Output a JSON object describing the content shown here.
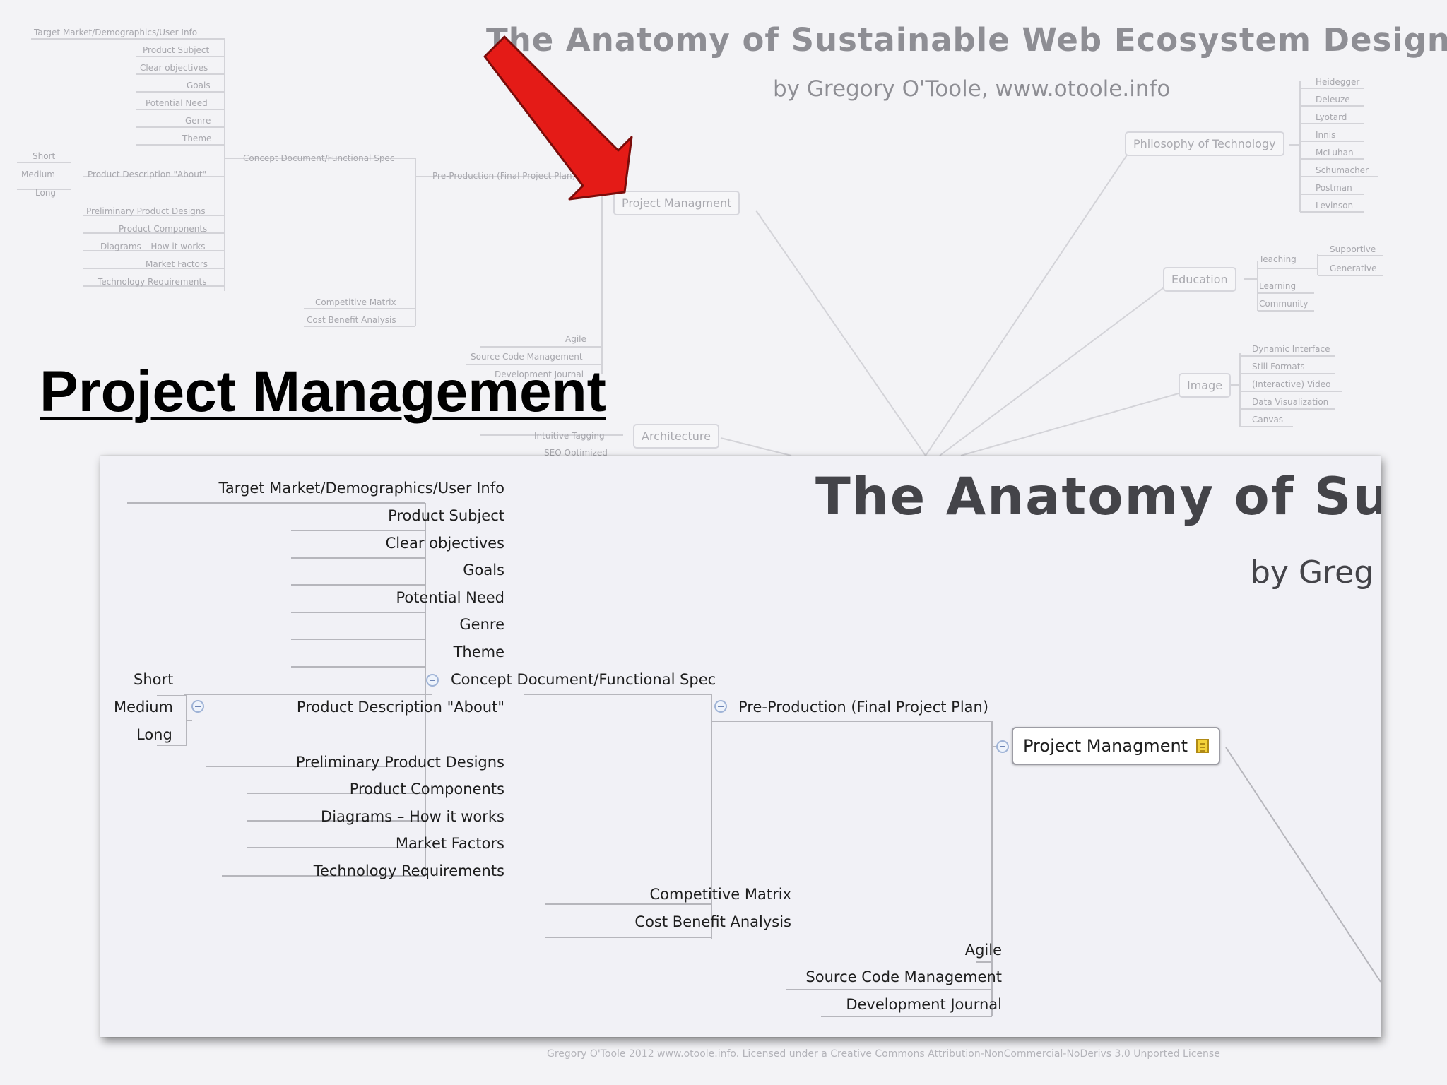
{
  "background_map": {
    "title": "The Anatomy of Sustainable Web Ecosystem Design",
    "subtitle": "by Gregory O'Toole, www.otoole.info",
    "left_labels": [
      "Target Market/Demographics/User Info",
      "Product Subject",
      "Clear objectives",
      "Goals",
      "Potential Need",
      "Genre",
      "Theme",
      "Short",
      "Medium",
      "Long",
      "Product Description \"About\"",
      "Preliminary Product Designs",
      "Product Components",
      "Diagrams – How it works",
      "Market Factors",
      "Technology Requirements",
      "Concept Document/Functional Spec",
      "Pre-Production (Final Project Plan)",
      "Competitive Matrix",
      "Cost Benefit Analysis",
      "Agile",
      "Source Code Management",
      "Development Journal",
      "Intuitive Tagging",
      "SEO Optimized"
    ],
    "boxes": {
      "project": "Project Managment",
      "philosophy": "Philosophy of Technology",
      "education": "Education",
      "image": "Image",
      "architecture": "Architecture"
    },
    "philosophy_items": [
      "Heidegger",
      "Deleuze",
      "Lyotard",
      "Innis",
      "McLuhan",
      "Schumacher",
      "Postman",
      "Levinson"
    ],
    "education_items": [
      "Teaching",
      "Learning",
      "Community"
    ],
    "teaching_items": [
      "Supportive",
      "Generative"
    ],
    "image_items": [
      "Dynamic Interface",
      "Still Formats",
      "(Interactive) Video",
      "Data Visualization",
      "Canvas"
    ]
  },
  "slide": {
    "heading": "Project Management"
  },
  "zoom": {
    "title": "The Anatomy of Susta",
    "subtitle": "by Greg",
    "concept_children": [
      "Target Market/Demographics/User Info",
      "Product Subject",
      "Clear objectives",
      "Goals",
      "Potential Need",
      "Genre",
      "Theme"
    ],
    "product_description": "Product Description \"About\"",
    "description_lengths": [
      "Short",
      "Medium",
      "Long"
    ],
    "concept_children_lower": [
      "Preliminary Product Designs",
      "Product Components",
      "Diagrams – How it works",
      "Market Factors",
      "Technology Requirements"
    ],
    "concept": "Concept Document/Functional Spec",
    "preproduction": "Pre-Production (Final Project Plan)",
    "competitive": "Competitive Matrix",
    "cost_benefit": "Cost Benefit Analysis",
    "project_box": "Project Managment",
    "agile": "Agile",
    "source_code": "Source Code Management",
    "dev_journal": "Development Journal"
  },
  "footer": "Gregory O'Toole 2012 www.otoole.info. Licensed under a Creative Commons Attribution-NonCommercial-NoDerivs 3.0 Unported License",
  "colors": {
    "arrow": "#e41b17",
    "background": "#f3f3f6",
    "zoom_panel": "#f1f1f6",
    "connector": "#c7c7cc"
  }
}
